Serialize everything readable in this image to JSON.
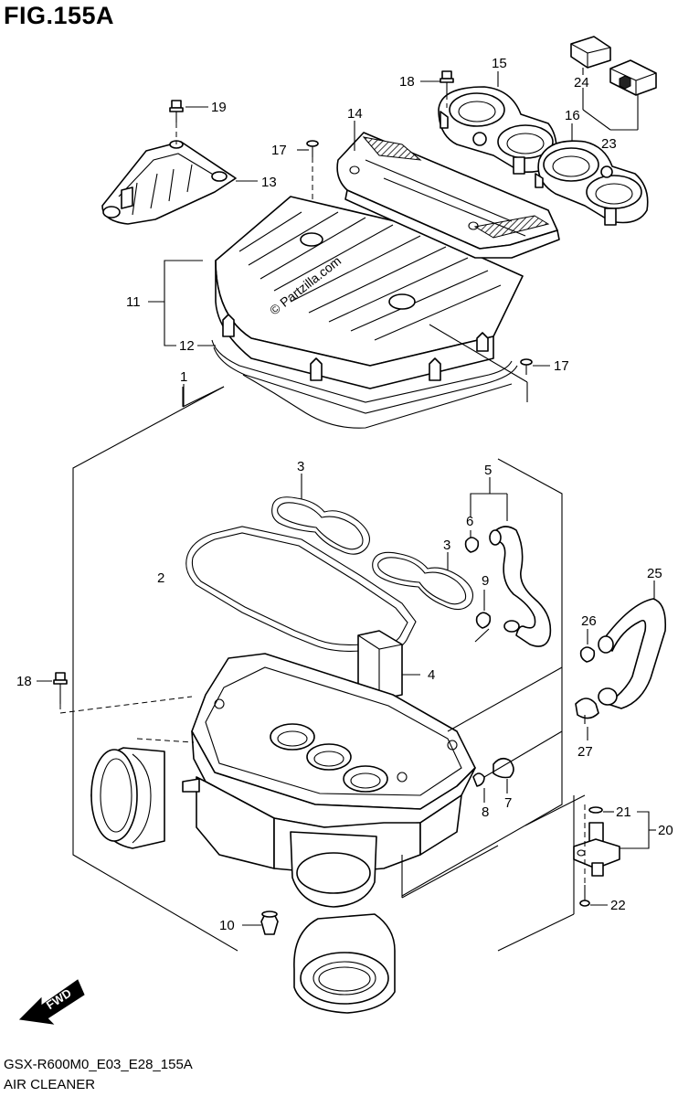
{
  "figure": {
    "title": "FIG.155A",
    "code": "GSX-R600M0_E03_E28_155A",
    "name": "AIR CLEANER",
    "watermark": "© Partzilla.com",
    "fwd_label": "FWD"
  },
  "callouts": [
    {
      "id": "c1",
      "label": "1"
    },
    {
      "id": "c2",
      "label": "2"
    },
    {
      "id": "c3a",
      "label": "3"
    },
    {
      "id": "c3b",
      "label": "3"
    },
    {
      "id": "c4",
      "label": "4"
    },
    {
      "id": "c5",
      "label": "5"
    },
    {
      "id": "c6",
      "label": "6"
    },
    {
      "id": "c7",
      "label": "7"
    },
    {
      "id": "c8",
      "label": "8"
    },
    {
      "id": "c9",
      "label": "9"
    },
    {
      "id": "c10",
      "label": "10"
    },
    {
      "id": "c11",
      "label": "11"
    },
    {
      "id": "c12",
      "label": "12"
    },
    {
      "id": "c13",
      "label": "13"
    },
    {
      "id": "c14",
      "label": "14"
    },
    {
      "id": "c15",
      "label": "15"
    },
    {
      "id": "c16",
      "label": "16"
    },
    {
      "id": "c17a",
      "label": "17"
    },
    {
      "id": "c17b",
      "label": "17"
    },
    {
      "id": "c18a",
      "label": "18"
    },
    {
      "id": "c18b",
      "label": "18"
    },
    {
      "id": "c19",
      "label": "19"
    },
    {
      "id": "c20",
      "label": "20"
    },
    {
      "id": "c21",
      "label": "21"
    },
    {
      "id": "c22",
      "label": "22"
    },
    {
      "id": "c23",
      "label": "23"
    },
    {
      "id": "c24",
      "label": "24"
    },
    {
      "id": "c25",
      "label": "25"
    },
    {
      "id": "c26",
      "label": "26"
    },
    {
      "id": "c27",
      "label": "27"
    }
  ]
}
